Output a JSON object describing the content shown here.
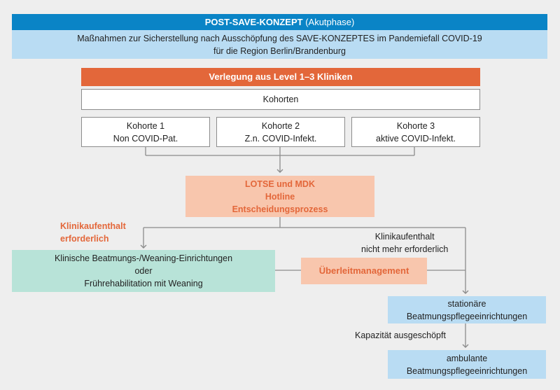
{
  "header": {
    "title_bold": "POST-SAVE-KONZEPT",
    "title_rest": "(Akutphase)",
    "subtitle_line1": "Maßnahmen zur Sicherstellung nach Ausschöpfung des SAVE-KONZEPTES im Pandemiefall COVID-19",
    "subtitle_line2": "für die Region Berlin/Brandenburg"
  },
  "transfer": "Verlegung aus Level 1–3 Kliniken",
  "cohorts": {
    "label": "Kohorten",
    "items": [
      {
        "line1": "Kohorte 1",
        "line2": "Non COVID-Pat."
      },
      {
        "line1": "Kohorte 2",
        "line2": "Z.n. COVID-Infekt."
      },
      {
        "line1": "Kohorte 3",
        "line2": "aktive COVID-Infekt."
      }
    ]
  },
  "decision": {
    "line1": "LOTSE und MDK",
    "line2": "Hotline",
    "line3": "Entscheidungsprozess"
  },
  "branch_left": {
    "line1": "Klinikaufenthalt",
    "line2": "erforderlich"
  },
  "branch_right": {
    "line1": "Klinikaufenthalt",
    "line2": "nicht mehr erforderlich"
  },
  "clinical": {
    "line1": "Klinische Beatmungs-/Weaning-Einrichtungen",
    "line2": "oder",
    "line3": "Frührehabilitation mit Weaning"
  },
  "transition": "Überleitmanagement",
  "stationary": {
    "line1": "stationäre",
    "line2": "Beatmungspflegeeinrichtungen"
  },
  "capacity": "Kapazität ausgeschöpft",
  "ambulant": {
    "line1": "ambulante",
    "line2": "Beatmungspflegeeinrichtungen"
  },
  "colors": {
    "header_blue": "#0a84c6",
    "light_blue": "#b9dcf3",
    "orange": "#e3673a",
    "peach": "#f8c6ad",
    "mint": "#b8e3d8",
    "line_gray": "#8c8c8c"
  }
}
